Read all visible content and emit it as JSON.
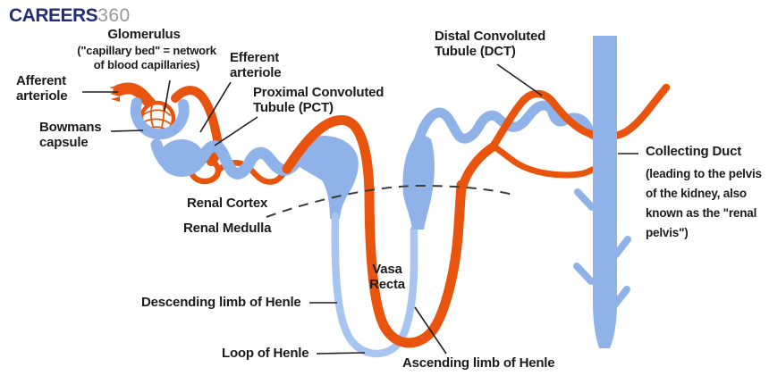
{
  "brand": {
    "name": "CAREERS",
    "suffix": "360"
  },
  "colors": {
    "tubule_blue": "#8FB3E8",
    "henle_blue": "#A8C5F0",
    "vessel_orange": "#E8540E",
    "text": "#1C1C1C",
    "brand_navy": "#232F72",
    "brand_gray": "#96989A",
    "dash": "#3A3A3A",
    "leader": "#1F1F1F"
  },
  "labels": {
    "glomerulus": {
      "title": "Glomerulus",
      "caption_line1": "(\"capillary bed\" = network",
      "caption_line2": "of blood capillaries)"
    },
    "afferent": {
      "line1": "Afferent",
      "line2": "arteriole"
    },
    "efferent": {
      "line1": "Efferent",
      "line2": "arteriole"
    },
    "bowmans": {
      "line1": "Bowmans",
      "line2": "capsule"
    },
    "pct": {
      "line1": "Proximal Convoluted",
      "line2": "Tubule (PCT)"
    },
    "dct": {
      "line1": "Distal Convoluted",
      "line2": "Tubule (DCT)"
    },
    "renal_cortex": "Renal Cortex",
    "renal_medulla": "Renal Medulla",
    "vasa_recta": {
      "line1": "Vasa",
      "line2": "Recta"
    },
    "descending_limb": "Descending limb of Henle",
    "loop_of_henle": "Loop of Henle",
    "ascending_limb": "Ascending limb of Henle",
    "collecting_duct": {
      "title": "Collecting Duct",
      "caption_line1": "(leading to the pelvis",
      "caption_line2": "of the kidney, also",
      "caption_line3": "known as the \"renal",
      "caption_line4": "pelvis\")"
    }
  }
}
